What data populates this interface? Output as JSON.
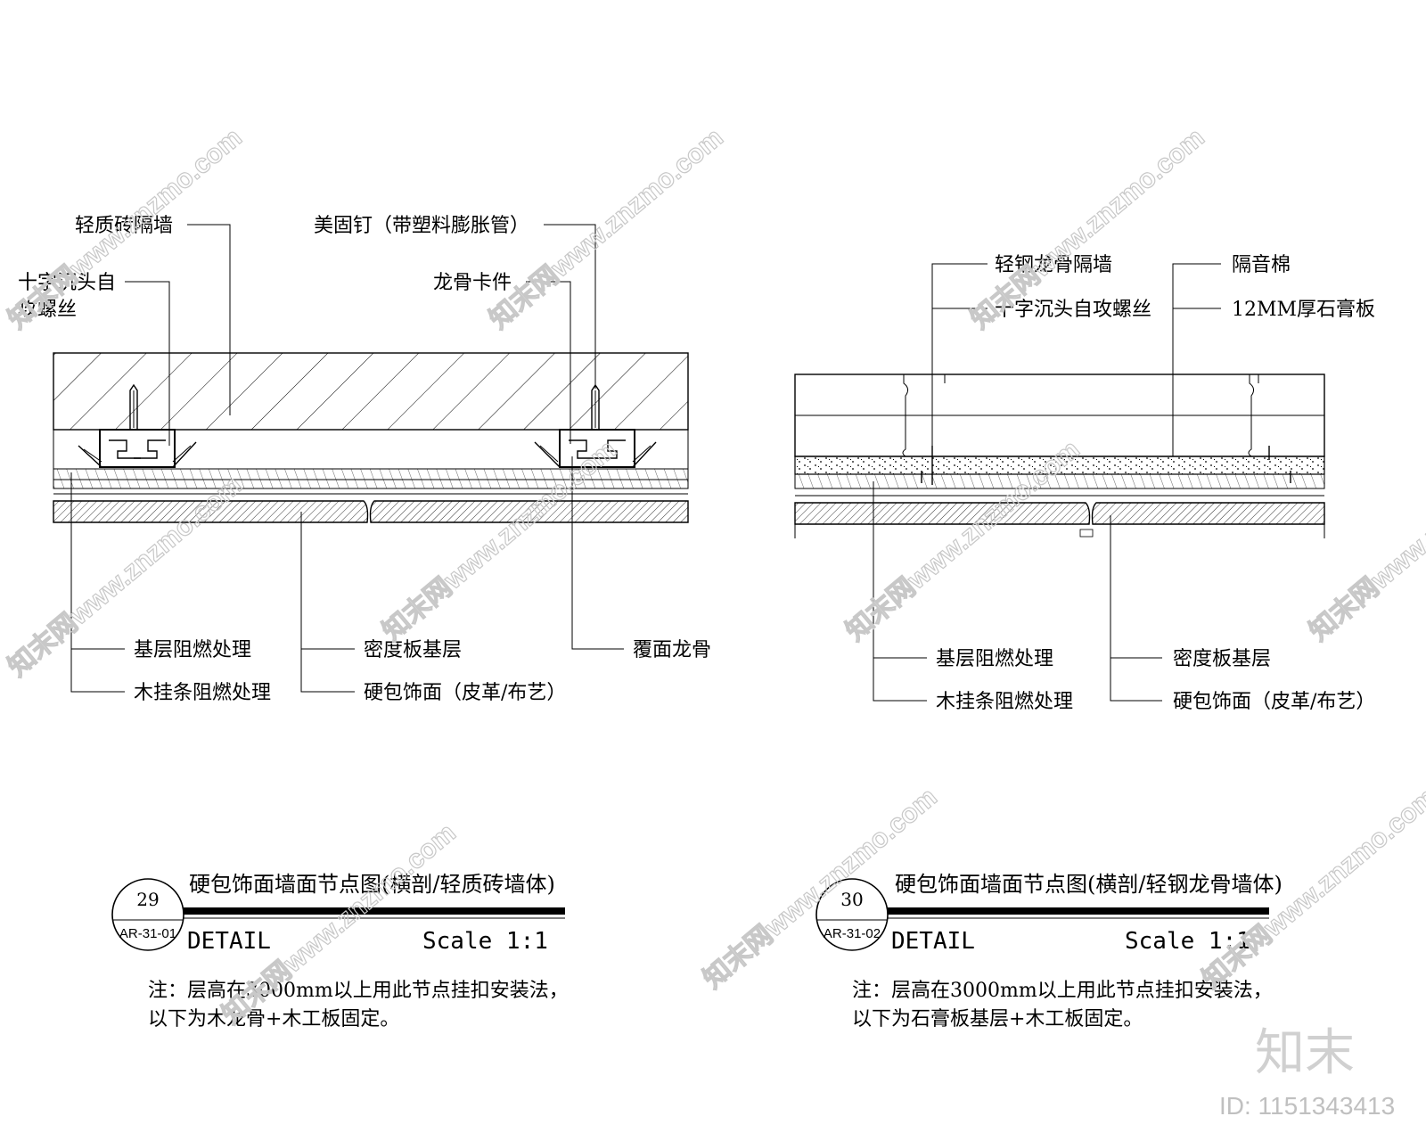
{
  "detail_29": {
    "labels": {
      "light_brick_wall": "轻质砖隔墙",
      "screw_line1": "十字沉头自",
      "screw_line2": "攻螺丝",
      "nail": "美固钉（带塑料膨胀管）",
      "keel_clip": "龙骨卡件",
      "base_fire": "基层阻燃处理",
      "wood_strip_fire": "木挂条阻燃处理",
      "mdf_base": "密度板基层",
      "hard_pack": "硬包饰面（皮革/布艺）",
      "cover_keel": "覆面龙骨"
    },
    "title": "硬包饰面墙面节点图(横剖/轻质砖墙体)",
    "bubble_number": "29",
    "bubble_ref": "AR-31-01",
    "detail_word": "DETAIL",
    "scale": "Scale 1:1",
    "note_line1": "注：层高在3000mm以上用此节点挂扣安装法，",
    "note_line2": "以下为木龙骨+木工板固定。"
  },
  "detail_30": {
    "labels": {
      "steel_keel_wall": "轻钢龙骨隔墙",
      "screw": "十字沉头自攻螺丝",
      "sound_wool": "隔音棉",
      "gypsum": "12MM厚石膏板",
      "base_fire": "基层阻燃处理",
      "wood_strip_fire": "木挂条阻燃处理",
      "mdf_base": "密度板基层",
      "hard_pack": "硬包饰面（皮革/布艺）"
    },
    "title": "硬包饰面墙面节点图(横剖/轻钢龙骨墙体)",
    "bubble_number": "30",
    "bubble_ref": "AR-31-02",
    "detail_word": "DETAIL",
    "scale": "Scale 1:1",
    "note_line1": "注：层高在3000mm以上用此节点挂扣安装法，",
    "note_line2": "以下为石膏板基层+木工板固定。"
  },
  "watermark": {
    "text": "知末网www.znzmo.com",
    "brand": "知末",
    "id": "ID: 1151343413"
  }
}
